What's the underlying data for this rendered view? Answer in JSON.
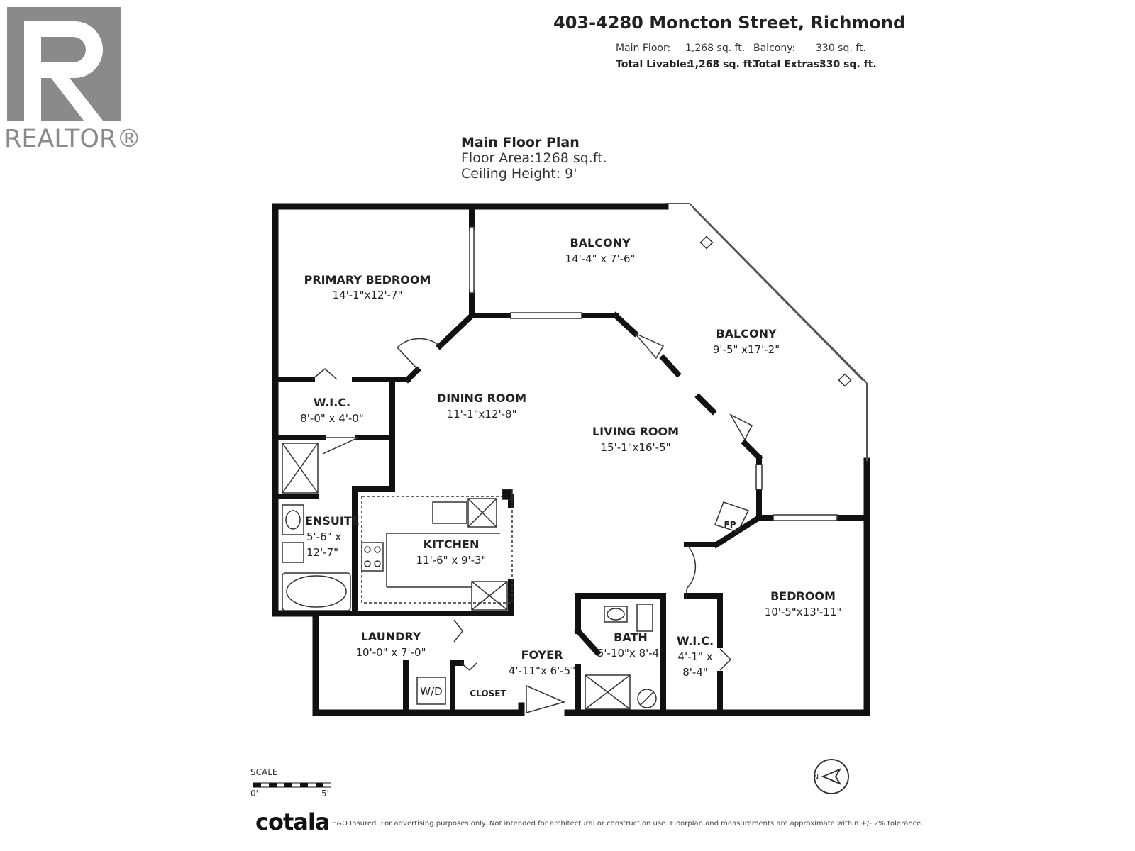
{
  "logo": {
    "text": "REALTOR®",
    "mark_letter": "R"
  },
  "header": {
    "address": "403-4280 Moncton Street, Richmond",
    "main_floor_label": "Main Floor:",
    "main_floor_value": "1,268 sq. ft.",
    "balcony_label": "Balcony:",
    "balcony_value": "330 sq. ft.",
    "total_livable_label": "Total Livable:",
    "total_livable_value": "1,268 sq. ft.",
    "total_extras_label": "Total Extras:",
    "total_extras_value": "330 sq. ft."
  },
  "plan": {
    "title": "Main Floor Plan",
    "floor_area": "Floor Area:1268 sq.ft.",
    "ceiling_height": "Ceiling Height: 9'"
  },
  "rooms": {
    "primary_bedroom": {
      "name": "PRIMARY BEDROOM",
      "dim": "14'-1\"x12'-7\""
    },
    "balcony_top": {
      "name": "BALCONY",
      "dim": "14'-4\" x 7'-6\""
    },
    "balcony_right": {
      "name": "BALCONY",
      "dim": "9'-5\" x17'-2\""
    },
    "wic_left": {
      "name": "W.I.C.",
      "dim": "8'-0\" x 4'-0\""
    },
    "dining_room": {
      "name": "DINING ROOM",
      "dim": "11'-1\"x12'-8\""
    },
    "living_room": {
      "name": "LIVING ROOM",
      "dim": "15'-1\"x16'-5\""
    },
    "ensuite": {
      "name": "ENSUITE",
      "dim1": "5'-6\" x",
      "dim2": "12'-7\""
    },
    "kitchen": {
      "name": "KITCHEN",
      "dim": "11'-6\" x 9'-3\""
    },
    "fireplace": {
      "name": "FP"
    },
    "bedroom": {
      "name": "BEDROOM",
      "dim": "10'-5\"x13'-11\""
    },
    "laundry": {
      "name": "LAUNDRY",
      "dim": "10'-0\" x 7'-0\""
    },
    "washer_dryer": {
      "name": "W/D"
    },
    "closet": {
      "name": "CLOSET"
    },
    "foyer": {
      "name": "FOYER",
      "dim": "4'-11\"x 6'-5\""
    },
    "bath": {
      "name": "BATH",
      "dim": "5'-10\"x 8'-4\""
    },
    "wic_right": {
      "name": "W.I.C.",
      "dim1": "4'-1\" x",
      "dim2": "8'-4\""
    }
  },
  "scale": {
    "title": "SCALE",
    "start": "0'",
    "end": "5'"
  },
  "compass": {
    "label": "N"
  },
  "footer": {
    "brand": "cotala",
    "note": "E&O Insured. For advertising purposes only. Not intended for architectural or construction use. Floorplan and measurements are approximate within +/- 2% tolerance."
  }
}
